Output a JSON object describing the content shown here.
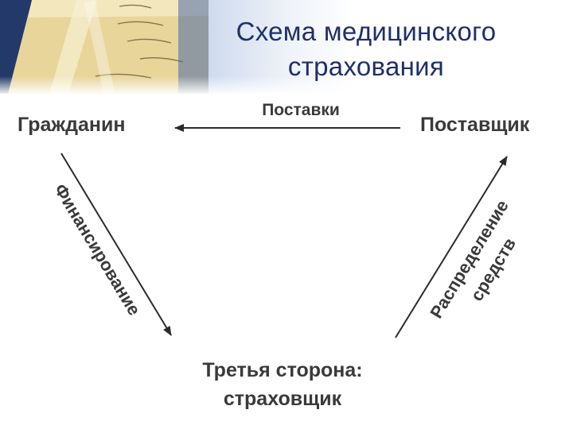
{
  "slide": {
    "title_line1": "Схема медицинского",
    "title_line2": "страхования"
  },
  "nodes": {
    "citizen": "Гражданин",
    "supplier": "Поставщик",
    "third_party_line1": "Третья сторона:",
    "third_party_line2": "страховщик"
  },
  "edges": {
    "deliveries": "Поставки",
    "financing": "Финансирование",
    "distribution_line1": "Распределение",
    "distribution_line2": "средств"
  },
  "colors": {
    "title": "#1f2f6b",
    "text": "#3a3a3a",
    "arrow": "#2b2b2b"
  }
}
